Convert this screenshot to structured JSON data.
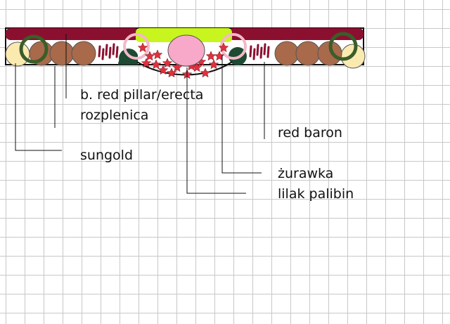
{
  "labels": {
    "red_pillar": "b. red pillar/erecta",
    "rozplenica": "rozplenica",
    "red_baron": "red baron",
    "sungold": "sungold",
    "zurawka": "żurawka",
    "lilak": "lilak palibin"
  },
  "colors": {
    "hedge": "#8b1030",
    "lime_bed": "#c8f51e",
    "tan_shrub": "#a86a4a",
    "sungold": "#fbeab0",
    "green_ring": "#3b5d28",
    "pink_ring": "#f4b8c8",
    "dark_green": "#1d4a32",
    "pink_center": "#f8a8c8",
    "stars": "#e0303c",
    "grid": "#c8c8c8"
  }
}
